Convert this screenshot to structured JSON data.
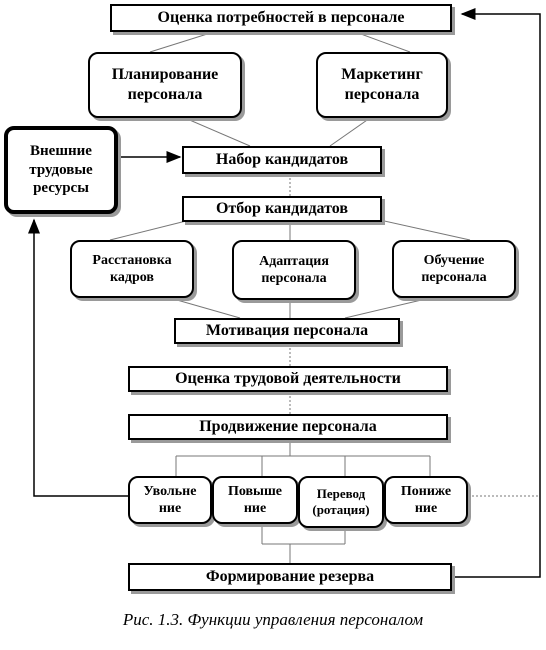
{
  "diagram": {
    "boxes": {
      "needs_assessment": "Оценка потребностей в персонале",
      "planning": "Планирование\nперсонала",
      "marketing": "Маркетинг\nперсонала",
      "external_labor": "Внешние\nтрудовые\nресурсы",
      "recruitment": "Набор кандидатов",
      "selection": "Отбор кандидатов",
      "placement": "Расстановка\nкадров",
      "adaptation": "Адаптация\nперсонала",
      "training": "Обучение\nперсонала",
      "motivation": "Мотивация персонала",
      "performance_evaluation": "Оценка трудовой деятельности",
      "promotion": "Продвижение персонала",
      "dismissal": "Увольне\nние",
      "raise": "Повыше\nние",
      "transfer": "Перевод\n(ротация)",
      "demotion": "Пониже\nние",
      "reserve": "Формирование резерва"
    },
    "caption": "Рис. 1.3. Функции управления персоналом"
  }
}
